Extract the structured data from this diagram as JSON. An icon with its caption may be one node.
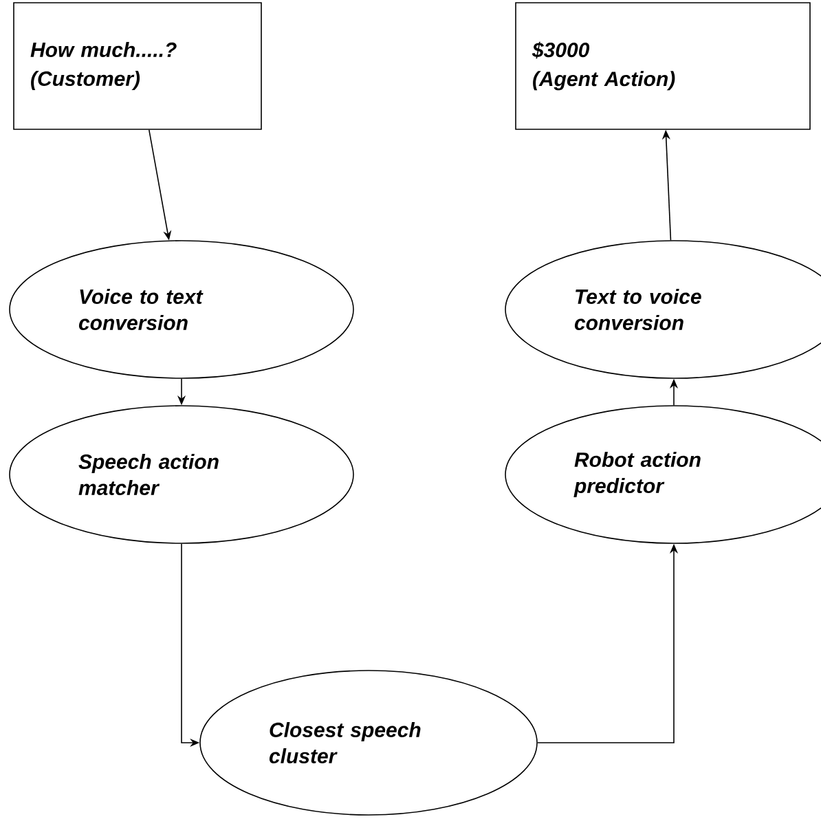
{
  "diagram": {
    "nodes": [
      {
        "text": [
          "How much.....?",
          "(Customer)"
        ]
      },
      {
        "text": [
          "$3000",
          "(Agent Action)"
        ]
      },
      {
        "text": [
          "Voice to text conversion"
        ]
      },
      {
        "text": [
          "Speech action matcher"
        ]
      },
      {
        "text": [
          "Closest speech cluster"
        ]
      },
      {
        "text": [
          "Robot action predictor"
        ]
      },
      {
        "text": [
          "Text to voice conversion"
        ]
      }
    ],
    "edges": [
      {
        "from": 0,
        "to": 2,
        "arrow": "to"
      },
      {
        "from": 2,
        "to": 3,
        "arrow": "to"
      },
      {
        "from": 3,
        "to": 4,
        "arrow": "to"
      },
      {
        "from": 4,
        "to": 5,
        "arrow": "to"
      },
      {
        "from": 5,
        "to": 6,
        "arrow": "to"
      },
      {
        "from": 6,
        "to": 1,
        "arrow": "to"
      }
    ]
  }
}
